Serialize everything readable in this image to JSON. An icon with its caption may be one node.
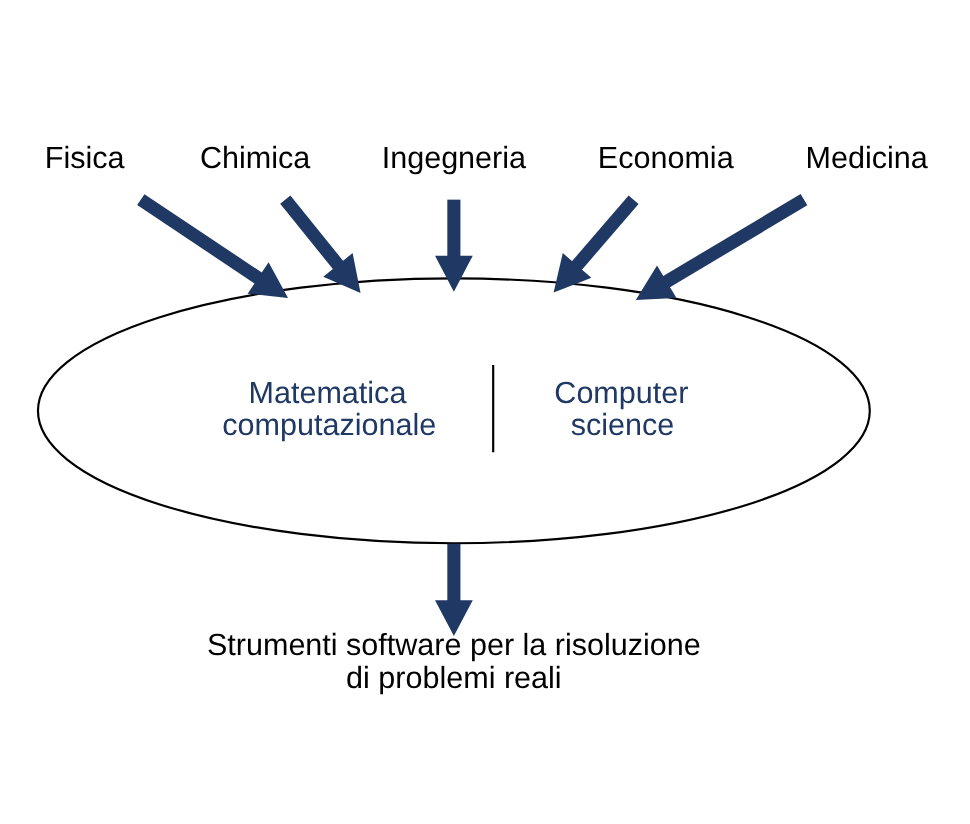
{
  "diagram": {
    "nodes": [
      {
        "text": [
          "Fisica"
        ]
      },
      {
        "text": [
          "Chimica"
        ]
      },
      {
        "text": [
          "Ingegneria"
        ]
      },
      {
        "text": [
          "Economia"
        ]
      },
      {
        "text": [
          "Medicina"
        ]
      },
      {
        "text": [
          "Matematica computazionale",
          "Computer science"
        ]
      },
      {
        "text": [
          "Strumenti software per la risoluzione di problemi reali"
        ]
      }
    ],
    "edges": [
      {
        "from": 0,
        "to": 5,
        "arrow": "to"
      },
      {
        "from": 1,
        "to": 5,
        "arrow": "to"
      },
      {
        "from": 2,
        "to": 5,
        "arrow": "to"
      },
      {
        "from": 3,
        "to": 5,
        "arrow": "to"
      },
      {
        "from": 4,
        "to": 5,
        "arrow": "to"
      },
      {
        "from": 5,
        "to": 6,
        "arrow": "to"
      }
    ]
  }
}
